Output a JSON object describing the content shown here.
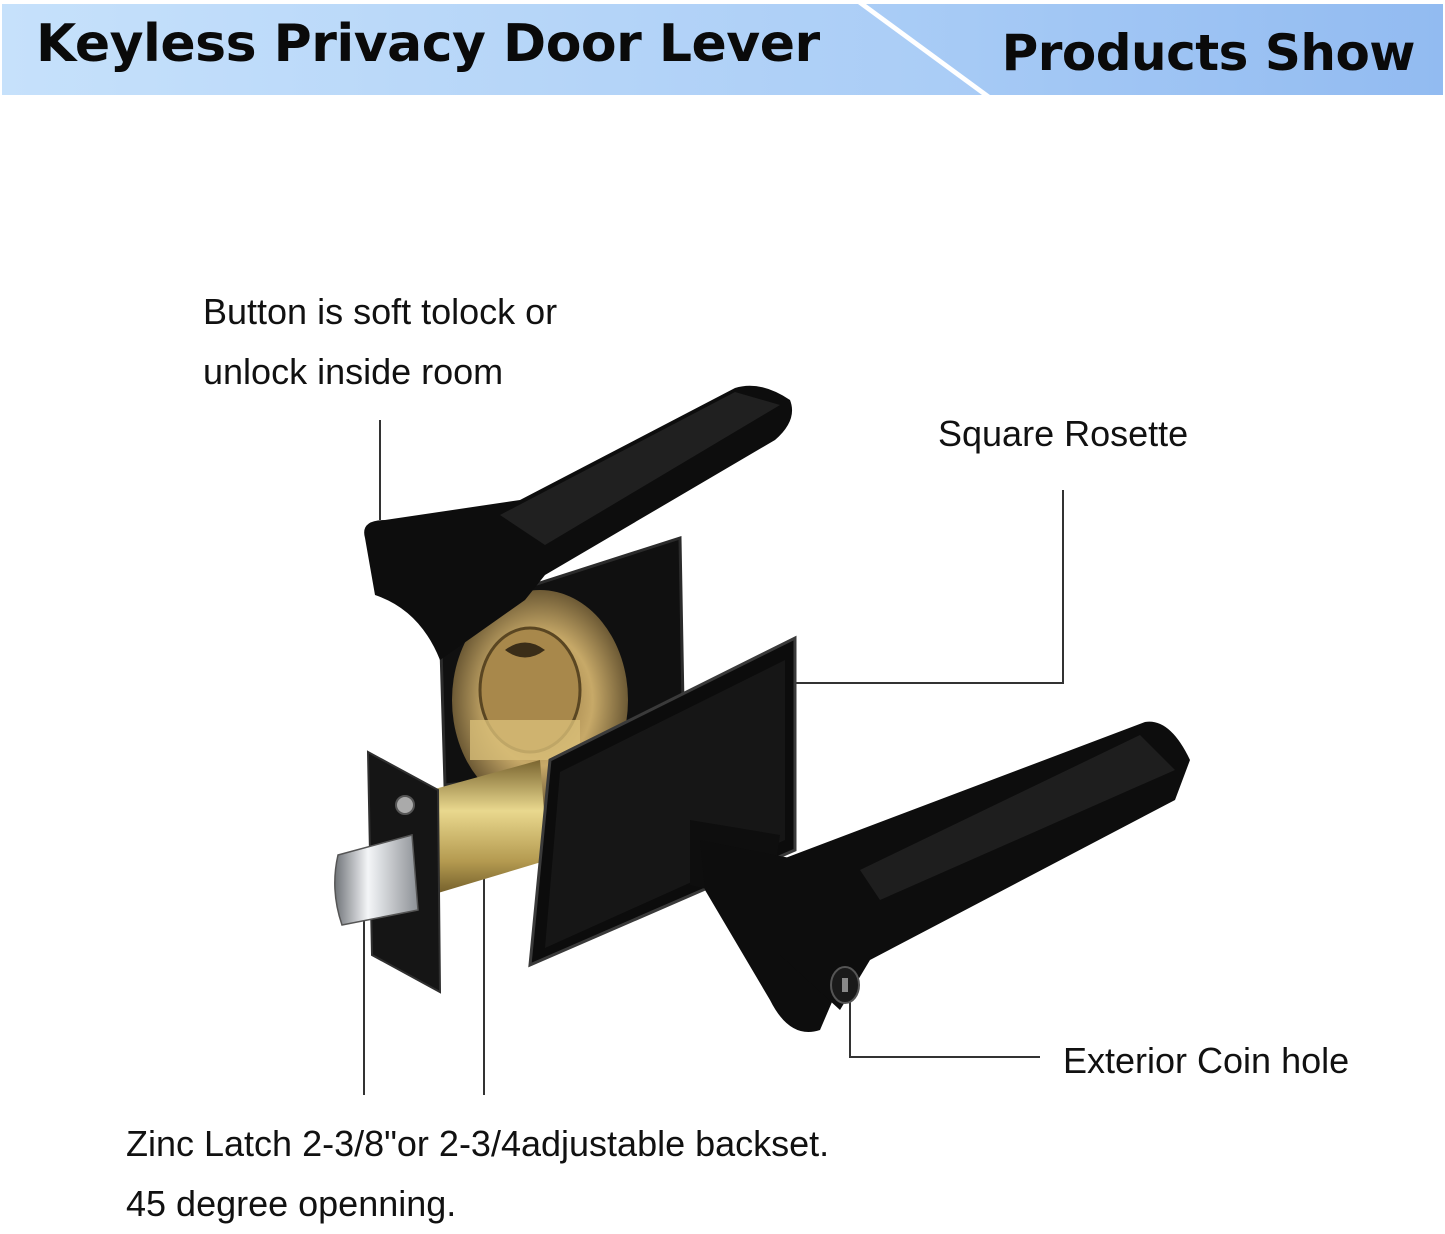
{
  "banner": {
    "title": "Keyless Privacy Door Lever",
    "subtitle": "Products Show",
    "colors": {
      "left": "#c2defa",
      "right": "#94bcf2",
      "divider": "#ffffff"
    }
  },
  "annotations": {
    "button": {
      "line1": "Button is soft tolock or",
      "line2": "unlock inside room"
    },
    "rosette": {
      "label": "Square Rosette"
    },
    "coin_hole": {
      "label": "Exterior Coin hole"
    },
    "latch": {
      "line1": "Zinc Latch 2-3/8\"or 2-3/4adjustable backset.",
      "line2": "45 degree openning."
    }
  },
  "product": {
    "name": "black square rosette privacy lever lockset",
    "finish_color": "#0d0d0d",
    "latch_color": "#b59a52"
  }
}
